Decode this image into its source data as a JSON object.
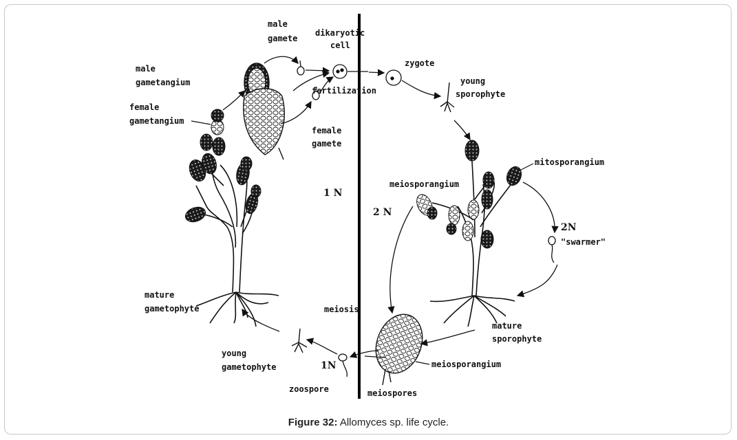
{
  "labels": {
    "male_gamete": [
      "male",
      "gamete"
    ],
    "dikaryotic_cell": [
      "dikaryotic",
      "cell"
    ],
    "zygote": "zygote",
    "young_sporophyte": [
      "young",
      "sporophyte"
    ],
    "fertilization": "fertilization",
    "male_gametangium": [
      "male",
      "gametangium"
    ],
    "female_gametangium": [
      "female",
      "gametangium"
    ],
    "female_gamete": [
      "female",
      "gamete"
    ],
    "mitosporangium": "mitosporangium",
    "meiosporangium_top": "meiosporangium",
    "one_n_center": "1 N",
    "two_n_center": "2 N",
    "two_n_swarmer": "2N",
    "swarmer": "\"swarmer\"",
    "mature_gametophyte": [
      "mature",
      "gametophyte"
    ],
    "meiosis": "meiosis",
    "mature_sporophyte": [
      "mature",
      "sporophyte"
    ],
    "young_gametophyte": [
      "young",
      "gametophyte"
    ],
    "one_n_zoospore": "1N",
    "meiosporangium_bottom": "meiosporangium",
    "zoospore": "zoospore",
    "meiospores": "meiospores"
  },
  "caption": {
    "prefix": "Figure 32:",
    "text": " Allomyces sp. life cycle."
  }
}
